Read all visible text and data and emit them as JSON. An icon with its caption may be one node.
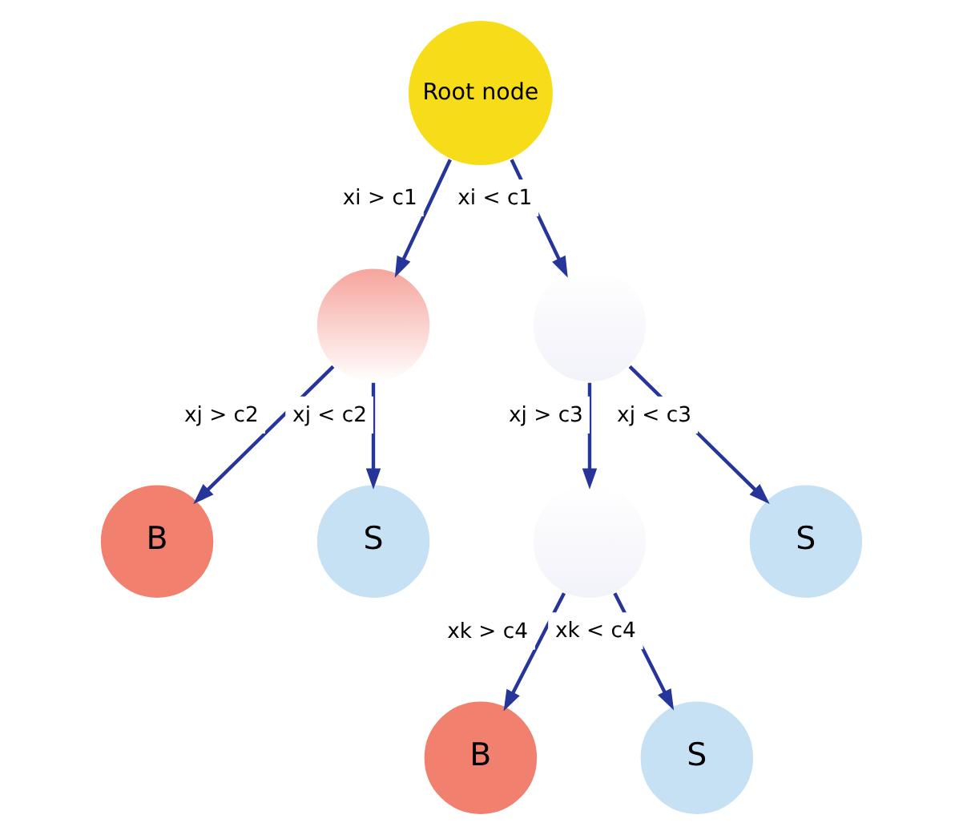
{
  "diagram": {
    "nodes": [
      {
        "text": [
          "Root node"
        ]
      },
      {
        "text": [],
        "shape": "circle"
      },
      {
        "text": [],
        "shape": "circle"
      },
      {
        "text": [
          "B"
        ]
      },
      {
        "text": [
          "S"
        ]
      },
      {
        "text": [],
        "shape": "circle"
      },
      {
        "text": [
          "S"
        ]
      },
      {
        "text": [
          "B"
        ]
      },
      {
        "text": [
          "S"
        ]
      }
    ],
    "edges": [
      {
        "from": 0,
        "to": 1,
        "arrow": "to",
        "label": "xi > c1"
      },
      {
        "from": 0,
        "to": 2,
        "arrow": "to",
        "label": "xi < c1"
      },
      {
        "from": 1,
        "to": 3,
        "arrow": "to",
        "label": "xj > c2"
      },
      {
        "from": 1,
        "to": 4,
        "arrow": "to",
        "label": "xj < c2"
      },
      {
        "from": 2,
        "to": 5,
        "arrow": "to",
        "label": "xj > c3"
      },
      {
        "from": 2,
        "to": 6,
        "arrow": "to",
        "label": "xj < c3"
      },
      {
        "from": 5,
        "to": 7,
        "arrow": "to",
        "label": "xk > c4"
      },
      {
        "from": 5,
        "to": 8,
        "arrow": "to",
        "label": "xk < c4"
      }
    ]
  }
}
